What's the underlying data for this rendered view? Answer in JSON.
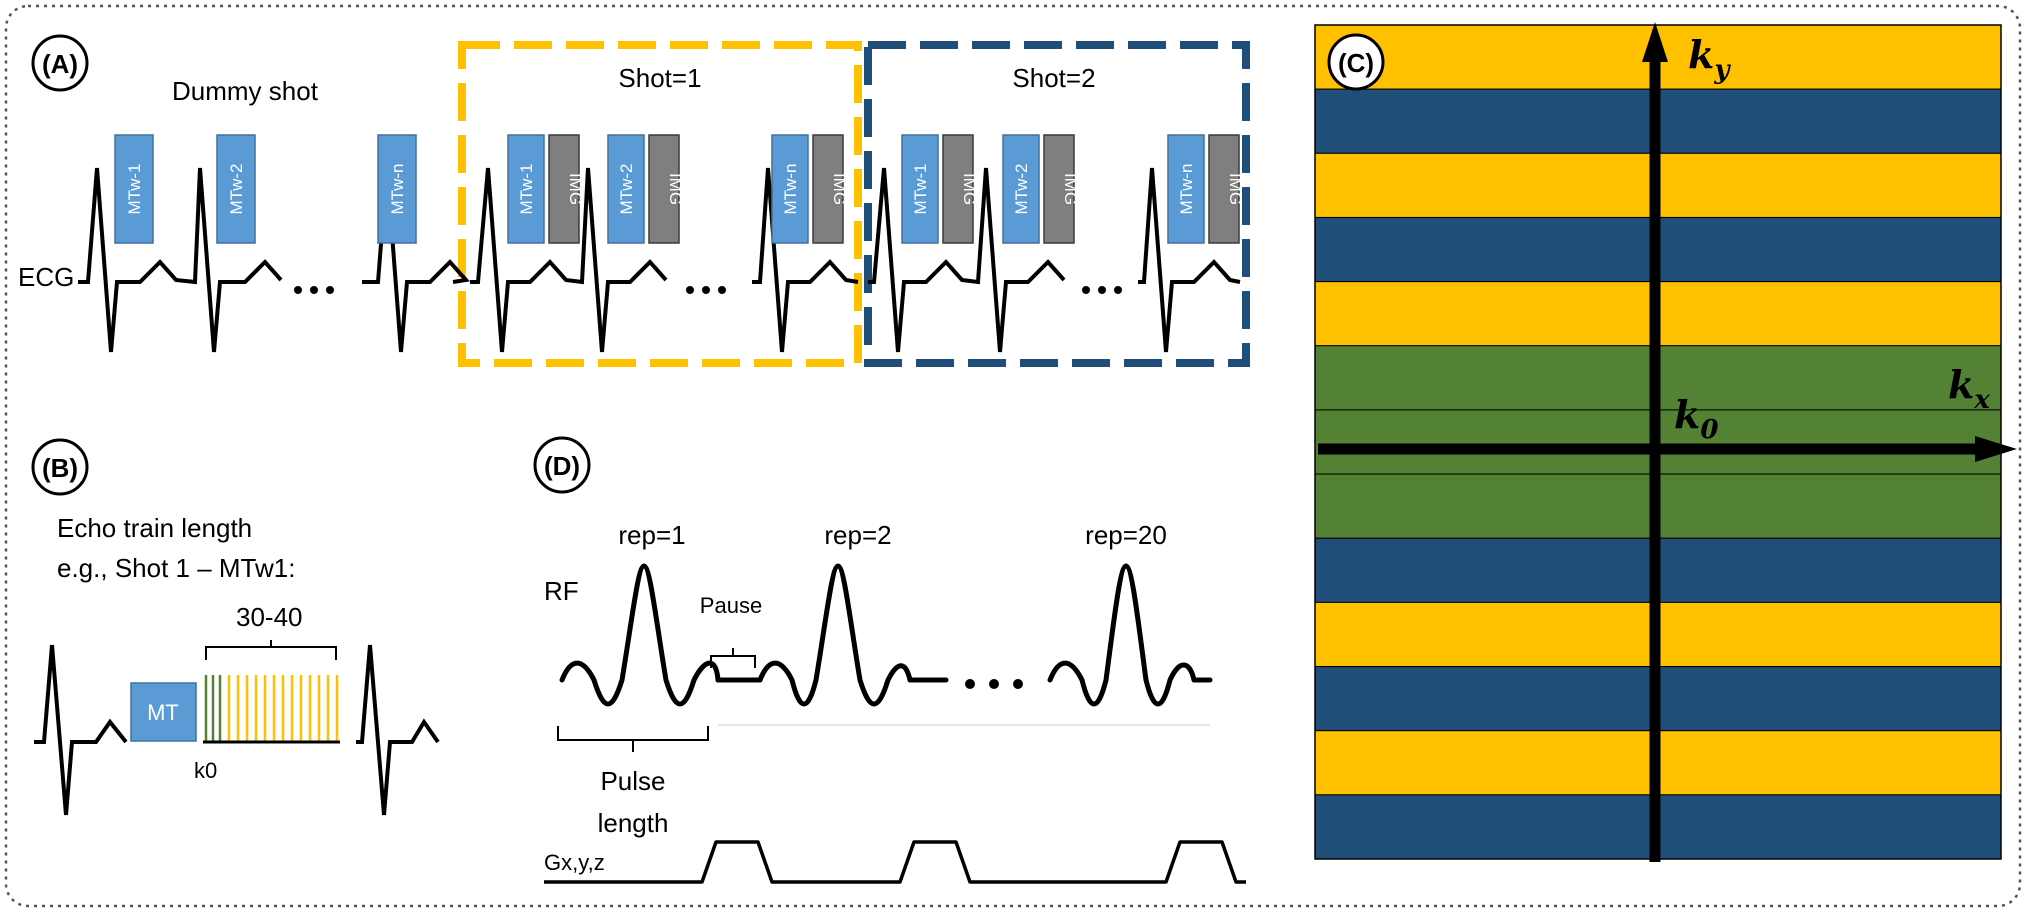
{
  "panels": {
    "A": {
      "label": "(A)",
      "dummy_shot": "Dummy shot",
      "ecg_label": "ECG",
      "mtw_labels": [
        "MTw-1",
        "MTw-2",
        "MTw-n"
      ],
      "img_label": "IMG",
      "ellipsis": "…",
      "shots": [
        {
          "label": "Shot=1",
          "color": "#ffc000"
        },
        {
          "label": "Shot=2",
          "color": "#1f4e79"
        }
      ]
    },
    "B": {
      "label": "(B)",
      "line1": "Echo train length",
      "line2": "e.g., Shot 1 – MTw1:",
      "range": "30-40",
      "mt_label": "MT",
      "k0_label": "k0"
    },
    "C": {
      "label": "(C)",
      "ky_label": "k",
      "ky_sub": "y",
      "kx_label": "k",
      "kx_sub": "x",
      "k0_label": "k",
      "k0_sub": "0",
      "stripes": [
        "yellow",
        "blue",
        "yellow",
        "blue",
        "yellow",
        "green",
        "green",
        "green",
        "blue",
        "yellow",
        "blue",
        "yellow",
        "blue"
      ]
    },
    "D": {
      "label": "(D)",
      "rf_label": "RF",
      "reps": [
        "rep=1",
        "rep=2",
        "rep=20"
      ],
      "pause_label": "Pause",
      "pulse_line1": "Pulse",
      "pulse_line2": "length",
      "gradient_label": "Gx,y,z",
      "ellipsis": "…"
    }
  },
  "colors": {
    "yellow": "#ffc000",
    "blue": "#1f4e79",
    "green": "#548235",
    "mt_box": "#5b9bd5",
    "img_box": "#7f7f7f"
  }
}
